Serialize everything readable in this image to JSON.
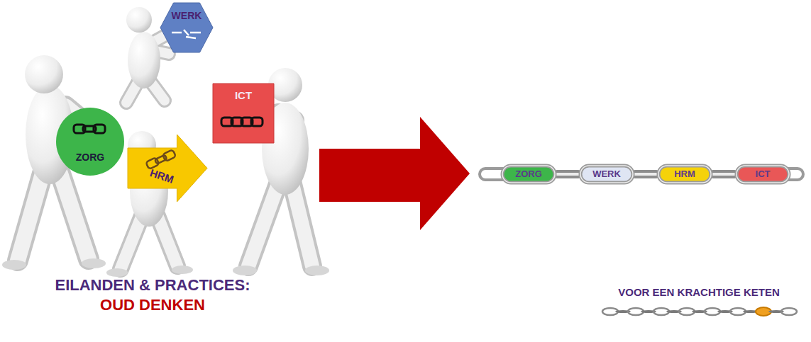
{
  "diagram": {
    "nodes": [
      {
        "text": [
          "ZORG"
        ]
      },
      {
        "text": [
          "WERK"
        ]
      },
      {
        "text": [
          "HRM"
        ]
      },
      {
        "text": [
          "ICT"
        ]
      },
      {
        "text": [
          "ZORG"
        ]
      },
      {
        "text": [
          "WERK"
        ]
      },
      {
        "text": [
          "HRM"
        ]
      },
      {
        "text": [
          "ICT"
        ]
      }
    ],
    "edges": [
      {
        "from": 4,
        "to": 5,
        "arrow": "none"
      },
      {
        "from": 5,
        "to": 6,
        "arrow": "none"
      },
      {
        "from": 6,
        "to": 7,
        "arrow": "none"
      }
    ],
    "labels": [
      "EILANDEN & PRACTICES:",
      "OUD DENKEN",
      "VOOR EEN KRACHTIGE KETEN"
    ]
  }
}
